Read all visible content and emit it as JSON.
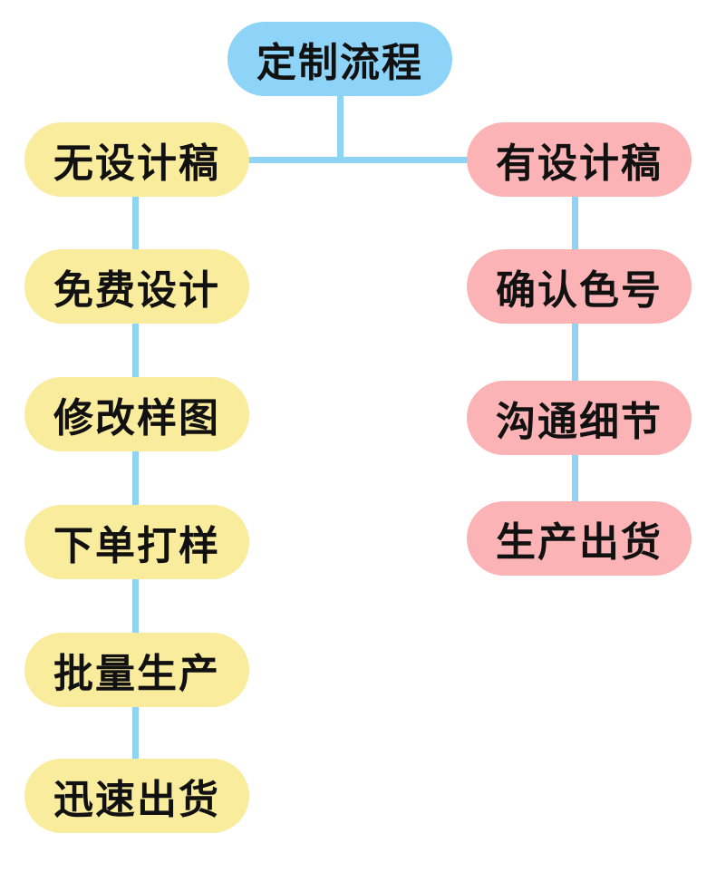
{
  "colors": {
    "root_fill": "#8dd4f8",
    "left_fill": "#f9ec9c",
    "right_fill": "#fbb3b5",
    "connector": "#8fd4f5"
  },
  "root": {
    "label": "定制流程"
  },
  "left_branch": {
    "steps": [
      {
        "label": "无设计稿"
      },
      {
        "label": "免费设计"
      },
      {
        "label": "修改样图"
      },
      {
        "label": "下单打样"
      },
      {
        "label": "批量生产"
      },
      {
        "label": "迅速出货"
      }
    ]
  },
  "right_branch": {
    "steps": [
      {
        "label": "有设计稿"
      },
      {
        "label": "确认色号"
      },
      {
        "label": "沟通细节"
      },
      {
        "label": "生产出货"
      }
    ]
  }
}
